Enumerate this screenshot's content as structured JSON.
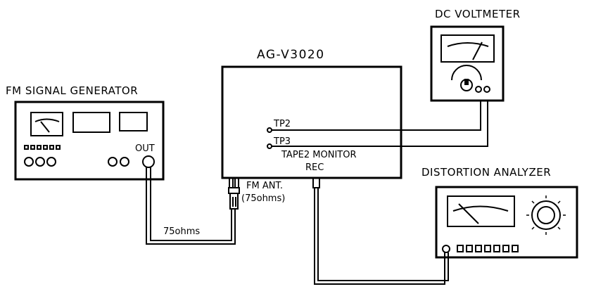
{
  "labels": {
    "generator": "FM SIGNAL GENERATOR",
    "unit": "AG-V3020",
    "voltmeter": "DC VOLTMETER",
    "analyzer": "DISTORTION ANALYZER",
    "tp2": "TP2",
    "tp3": "TP3",
    "tape_monitor": "TAPE2 MONITOR",
    "rec": "REC",
    "out": "OUT",
    "fm_ant": "FM ANT.",
    "fm_ant_impedance": "(75ohms)",
    "cable_impedance": "75ohms"
  }
}
